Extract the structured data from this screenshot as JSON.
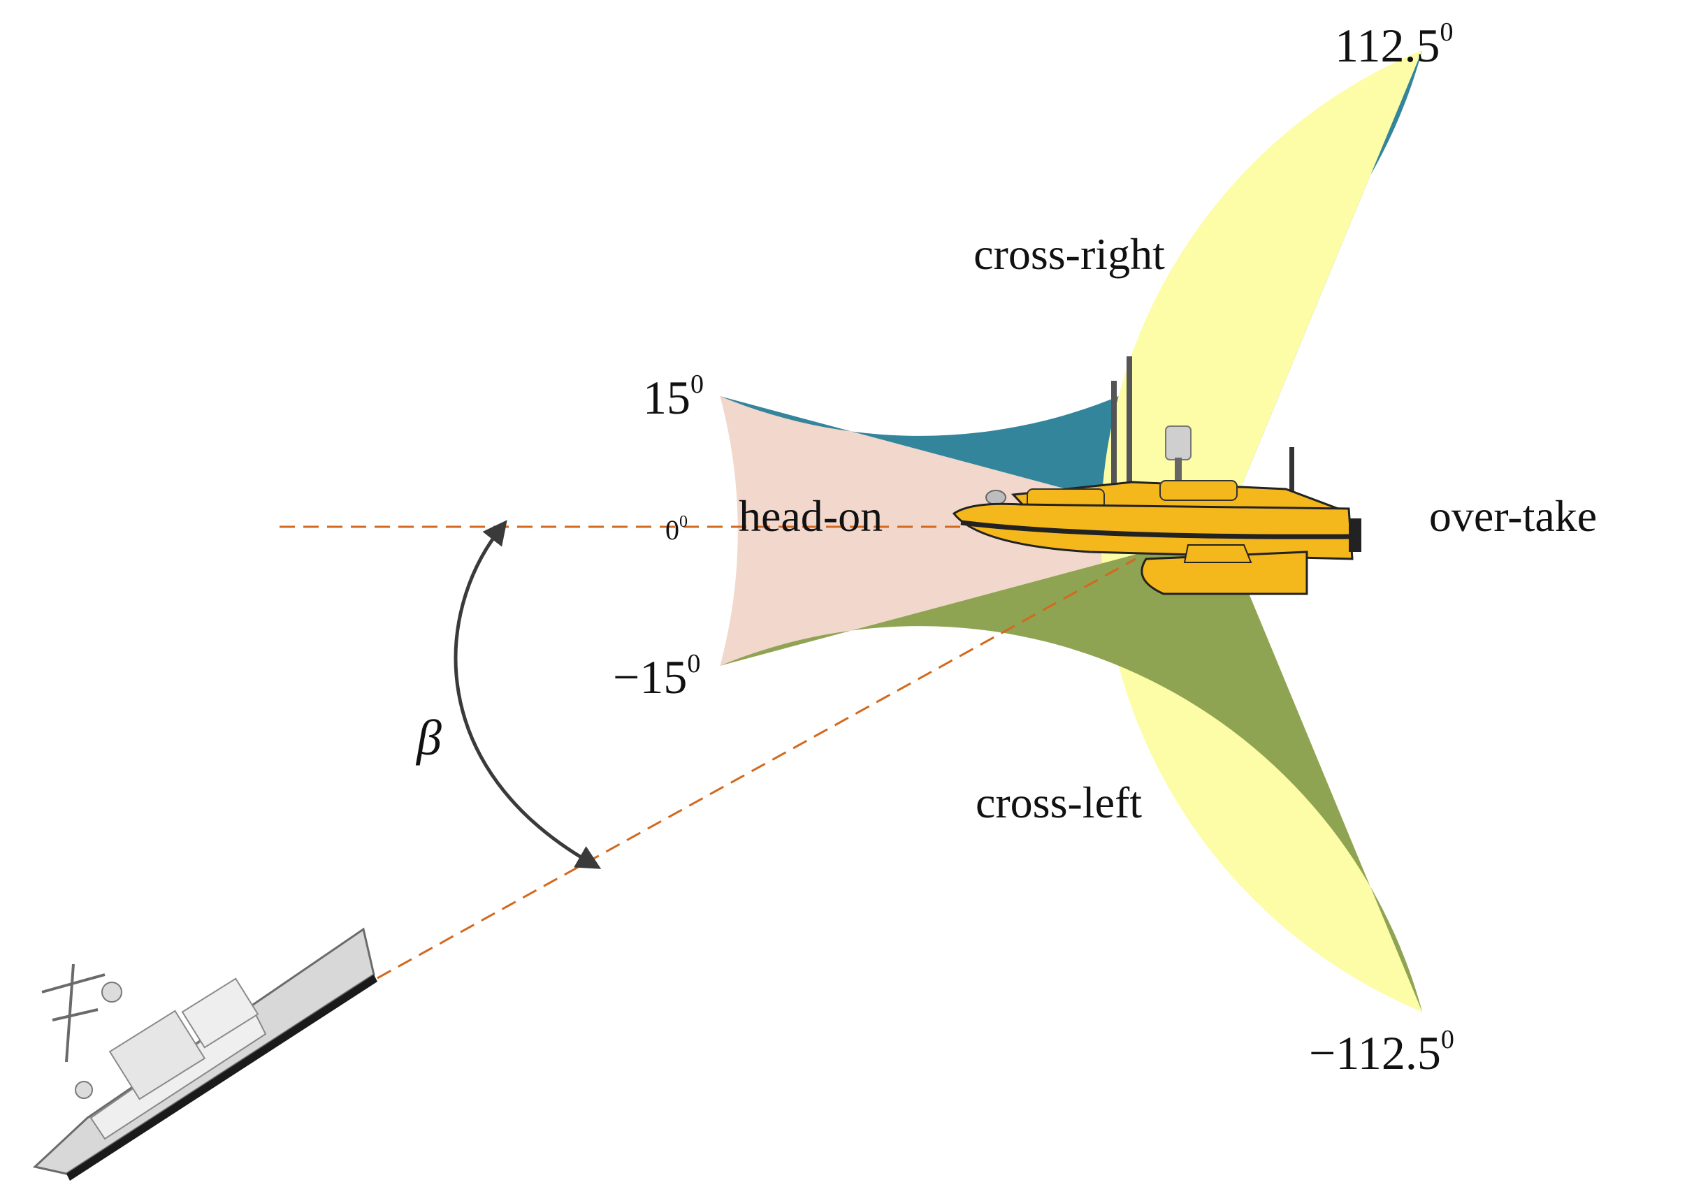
{
  "colors": {
    "head_on": "#f2d7cc",
    "cross_right": "#33859c",
    "over_take": "#fdfda8",
    "cross_left": "#8fa452",
    "reference_line": "#d2691e",
    "arc": "#3a3a3a",
    "usv_hull": "#f4b81c",
    "ship_hull": "#d8d8d8"
  },
  "sectors": [
    {
      "id": "head_on",
      "label": "head-on",
      "from_deg": -15,
      "to_deg": 15,
      "color_key": "head_on"
    },
    {
      "id": "cross_right",
      "label": "cross-right",
      "from_deg": 15,
      "to_deg": 112.5,
      "color_key": "cross_right"
    },
    {
      "id": "over_take",
      "label": "over-take",
      "from_deg": 112.5,
      "to_deg": 247.5,
      "color_key": "over_take"
    },
    {
      "id": "cross_left",
      "label": "cross-left",
      "from_deg": -112.5,
      "to_deg": -15,
      "color_key": "cross_left"
    }
  ],
  "boundary_labels": [
    {
      "id": "pos15",
      "value": "15",
      "sup": "0"
    },
    {
      "id": "neg15",
      "value": "−15",
      "sup": "0"
    },
    {
      "id": "pos112",
      "value": "112.5",
      "sup": "0"
    },
    {
      "id": "neg112",
      "value": "−112.5",
      "sup": "0"
    },
    {
      "id": "zero",
      "value": "0",
      "sup": "0"
    }
  ],
  "relative_bearing_symbol": "β",
  "icons": {
    "own_vessel": "usv-boat-icon",
    "target_vessel": "ship-icon"
  }
}
